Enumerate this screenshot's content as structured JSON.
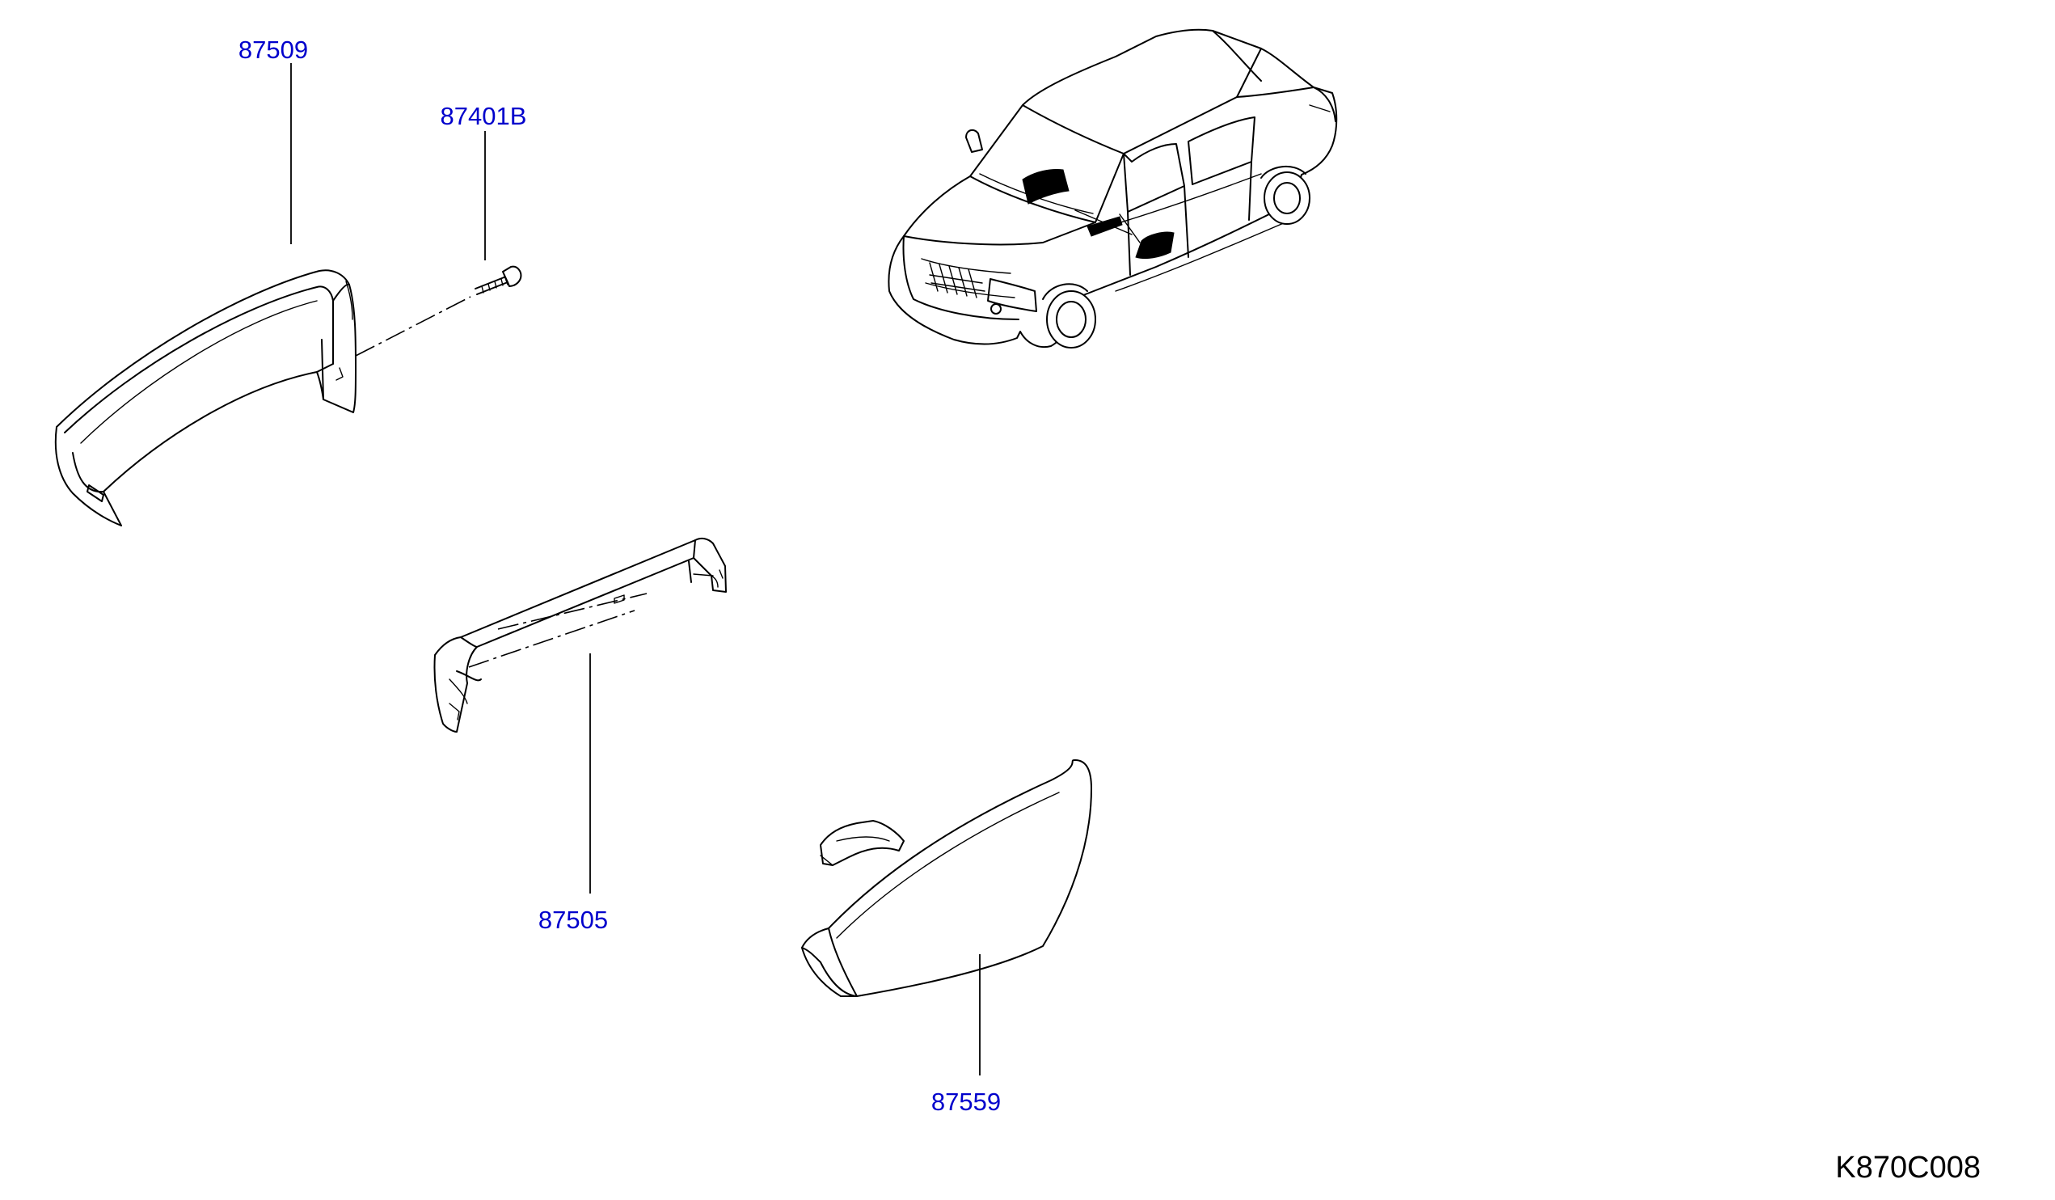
{
  "diagram": {
    "colors": {
      "callout": "#0000cc",
      "line": "#000000",
      "background": "#ffffff"
    },
    "parts": [
      {
        "id": "87509",
        "label": "87509"
      },
      {
        "id": "87401B",
        "label": "87401B"
      },
      {
        "id": "87505",
        "label": "87505"
      },
      {
        "id": "87559",
        "label": "87559"
      }
    ],
    "reference_code": "K870C008"
  }
}
